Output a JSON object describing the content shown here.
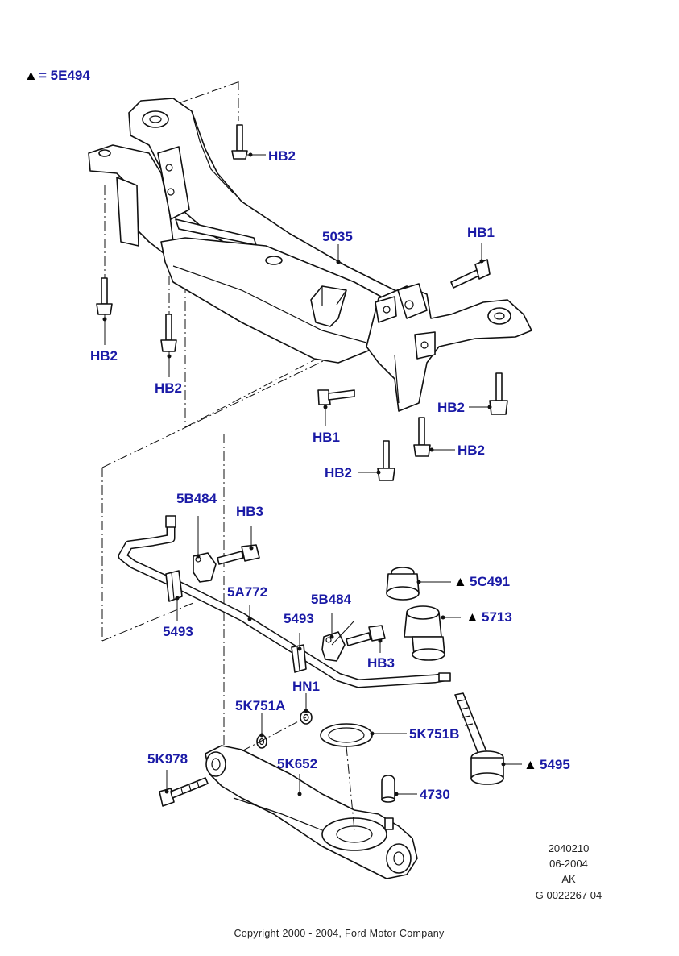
{
  "colors": {
    "label": "#1a1aa6",
    "line": "#111111"
  },
  "legend": {
    "symbol": "▲",
    "text": "= 5E494"
  },
  "labels": {
    "hb2_a": "HB2",
    "hb2_b": "HB2",
    "hb2_c": "HB2",
    "hb2_d": "HB2",
    "hb2_e": "HB2",
    "hb2_f": "HB2",
    "hb1_a": "HB1",
    "hb1_b": "HB1",
    "p5035": "5035",
    "p5b484_a": "5B484",
    "p5b484_b": "5B484",
    "hb3_a": "HB3",
    "hb3_b": "HB3",
    "p5a772": "5A772",
    "p5493_a": "5493",
    "p5493_b": "5493",
    "p5c491": "5C491",
    "p5713": "5713",
    "hn1": "HN1",
    "p5k751a": "5K751A",
    "p5k751b": "5K751B",
    "p5k978": "5K978",
    "p5k652": "5K652",
    "p5495": "5495",
    "p4730": "4730"
  },
  "triangle_glyph": "▲",
  "meta": {
    "line1": "2040210",
    "line2": "06-2004",
    "line3": "AK",
    "line4": "G 0022267 04"
  },
  "copyright": "Copyright 2000 - 2004, Ford Motor Company"
}
